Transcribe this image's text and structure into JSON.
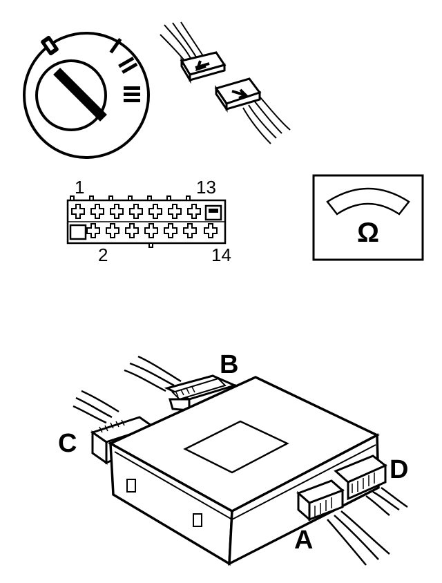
{
  "ignition": {
    "positions": [
      "0",
      "I",
      "II",
      "III"
    ]
  },
  "connector_face": {
    "pin_top_left": "1",
    "pin_top_right": "13",
    "pin_bottom_left": "2",
    "pin_bottom_right": "14"
  },
  "ohmmeter": {
    "symbol": "Ω"
  },
  "control_unit": {
    "connector_labels": {
      "a": "A",
      "b": "B",
      "c": "C",
      "d": "D"
    }
  },
  "colors": {
    "ink": "#000000",
    "paper": "#ffffff"
  }
}
